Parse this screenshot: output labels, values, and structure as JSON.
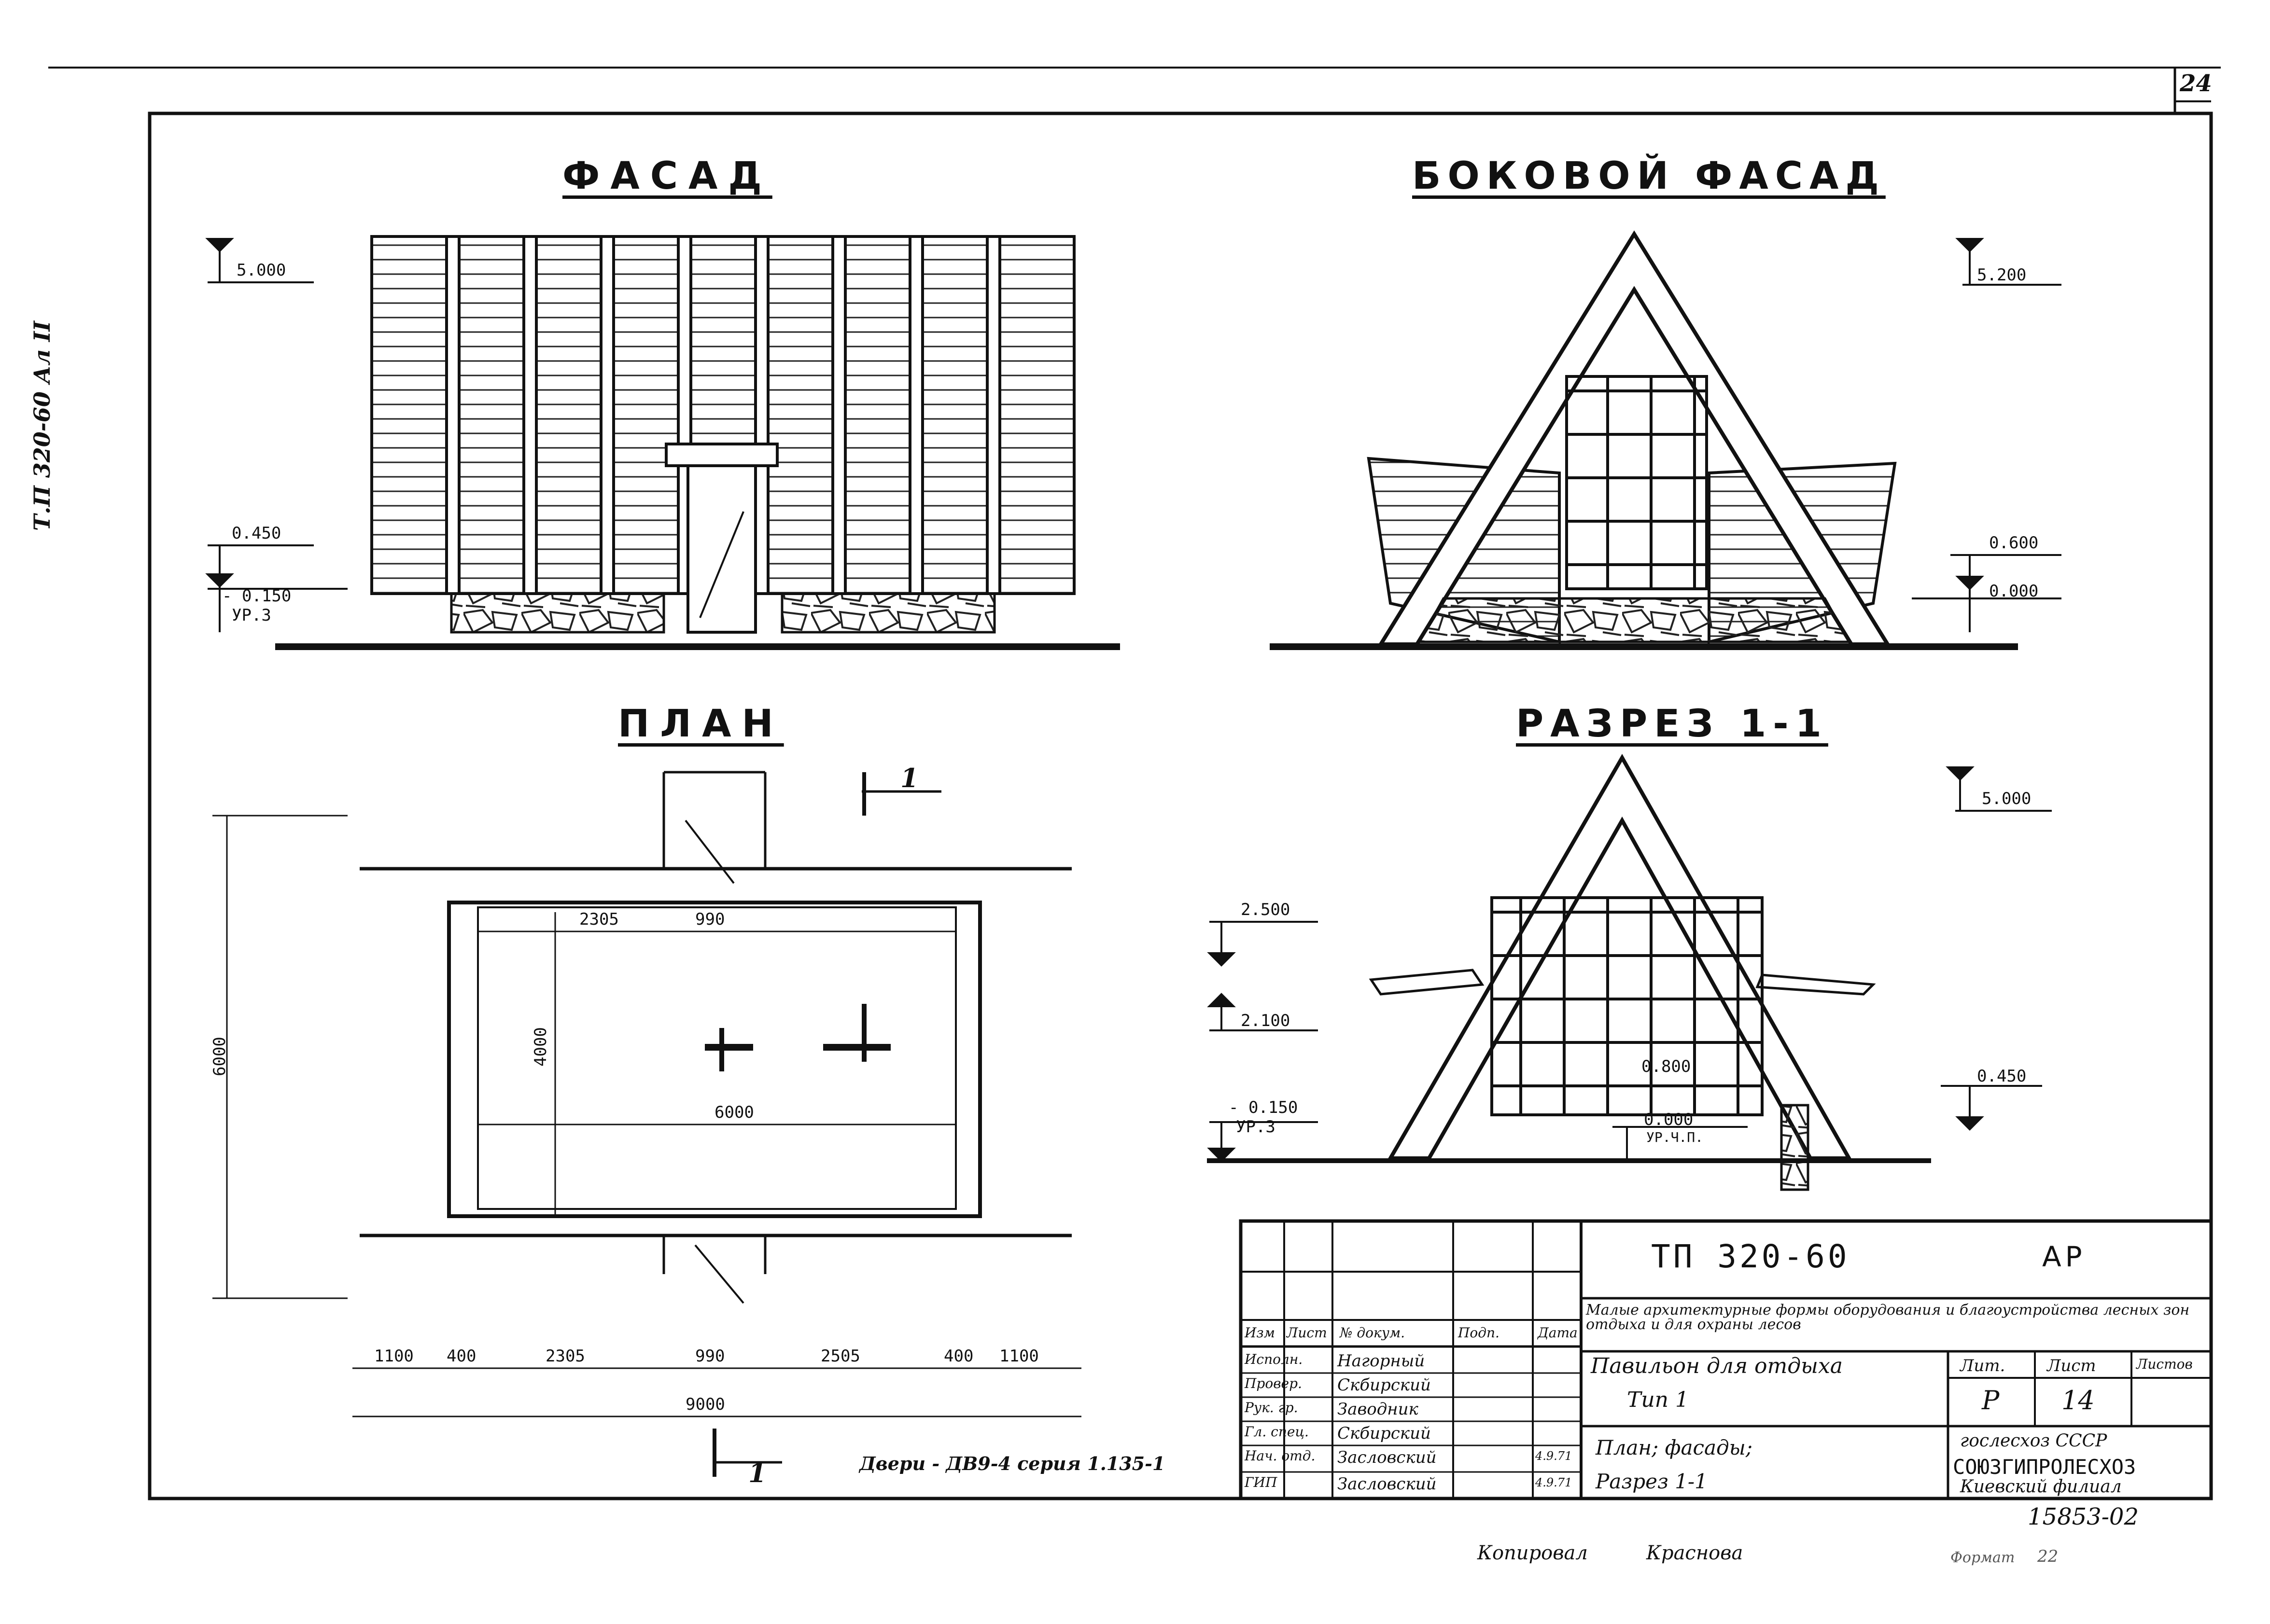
{
  "sheet_corner_number": "24",
  "side_code": "Т.П 320-60 Ал II",
  "facade": {
    "title": "ФАСАД",
    "marks": [
      "5.000",
      "0.450",
      "- 0.150",
      "УР.3"
    ]
  },
  "side_facade": {
    "title": "БОКОВОЙ ФАСАД",
    "marks": [
      "5.200",
      "0.600",
      "0.000"
    ]
  },
  "plan": {
    "title": "ПЛАН",
    "section_mark": "1",
    "dims_top": [
      "2305",
      "990"
    ],
    "dim_inner_height": "4000",
    "dim_inner_width": "6000",
    "dim_overall_height": "6000",
    "dims_bottom": [
      "1100",
      "400",
      "2305",
      "990",
      "2505",
      "400",
      "1100"
    ],
    "dim_overall_width": "9000",
    "door_note": "Двери - ДВ9-4 серия 1.135-1"
  },
  "section": {
    "title": "РАЗРЕЗ 1-1",
    "marks": [
      "5.000",
      "2.500",
      "2.100",
      "- 0.150",
      "УР.3",
      "0.800",
      "0.000",
      "УР.Ч.П.",
      "0.450"
    ]
  },
  "stamp": {
    "code": "ТП 320-60",
    "part": "АР",
    "description": "Малые архитектурные формы оборудования и благоустройства лесных зон отдыха и для охраны лесов",
    "headers": [
      "Изм",
      "Лист",
      "№ докум.",
      "Подп.",
      "Дата"
    ],
    "roles": [
      "Исполн.",
      "Провер.",
      "Рук. гр.",
      "Гл. спец.",
      "Нач. отд.",
      "ГИП"
    ],
    "names": [
      "Нагорный",
      "Скбирский",
      "Заводник",
      "Скбирский",
      "Засловский",
      "Засловский"
    ],
    "dates": [
      "",
      "",
      "",
      "",
      "4.9.71",
      "4.9.71"
    ],
    "object_name": "Павильон для отдыха",
    "object_type": "Тип 1",
    "sheet_content": "План; фасады;",
    "sheet_content2": "Разрез 1-1",
    "lit_label": "Лит.",
    "sheet_label": "Лист",
    "sheets_label": "Листов",
    "lit_value": "Р",
    "sheet_value": "14",
    "org1": "гослесхоз СССР",
    "org2": "СОЮЗГИПРОЛЕСХОЗ",
    "org3": "Киевский филиал",
    "inventory": "15853-02"
  },
  "footer": {
    "copied": "Копировал",
    "copier": "Краснова",
    "format_label": "Формат",
    "format_value": "22"
  }
}
